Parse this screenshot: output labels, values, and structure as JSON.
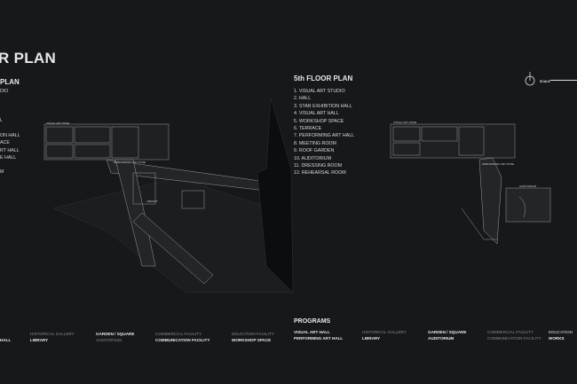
{
  "page": {
    "title": "R PLAN",
    "accent": "#e8e8e8",
    "background": "#16181c"
  },
  "left_panel": {
    "subtitle": "PLAN",
    "list": [
      "DIO",
      "L",
      "ON HALL",
      "ACE",
      "RT HALL",
      "E HALL",
      "M"
    ],
    "programs": [
      {
        "a": "HALL",
        "b": ""
      },
      {
        "a": "HISTORICAL GALLERY",
        "b": "LIBRARY"
      },
      {
        "a": "GARDEN / SQUARE",
        "b": "AUDITORIUM"
      },
      {
        "a": "COMMERCIAL FACILITY",
        "b": "COMMUNICATION FACILITY"
      },
      {
        "a": "EDUCATION FACILITY",
        "b": "WORKSHOP SPACE"
      }
    ]
  },
  "right_panel": {
    "subtitle": "5th FLOOR PLAN",
    "list": [
      "1. VISUAL ART STUDIO",
      "2. HALL",
      "3. STAR EXHIBITION HALL",
      "4. VISUAL ART HALL",
      "5. WORKSHOP SPACE",
      "6. TERRACE",
      "7. PERFORMING ART HALL",
      "8. MEETING ROOM",
      "9. ROOF GARDEN",
      "10. AUDITORIUM",
      "11. DRESSING ROOM",
      "12. REHEARSAL ROOM"
    ],
    "programs_title": "PROGRAMS",
    "programs": [
      {
        "a": "VISUAL ART  HALL",
        "b": "PERFORMING ART HALL"
      },
      {
        "a": "HISTORICAL GALLERY",
        "b": "LIBRARY"
      },
      {
        "a": "GARDEN / SQUARE",
        "b": "AUDITORIUM"
      },
      {
        "a": "COMMERCIAL FACILITY",
        "b": "COMMUNICATION FACILITY"
      },
      {
        "a": "EDUCATION",
        "b": "WORKS"
      }
    ]
  },
  "plan_labels": {
    "visual_art_zone": "VISUAL ART ZONE",
    "performing_art_zone": "PERFORMING ART ZONE",
    "library": "LIBRARY",
    "auditorium": "AUDITORIUM"
  },
  "legend": {
    "scale_label": "SCALE"
  }
}
